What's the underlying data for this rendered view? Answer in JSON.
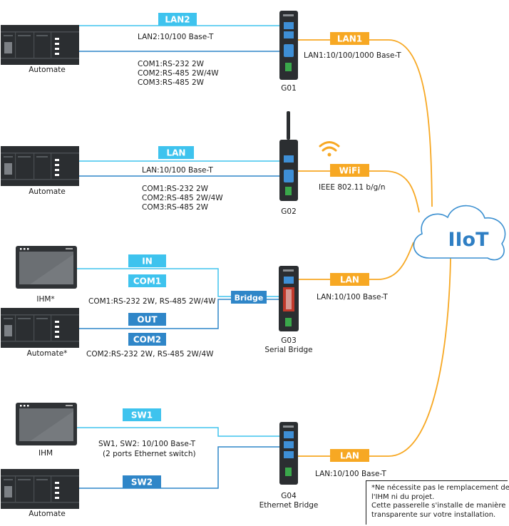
{
  "colors": {
    "lan_cyan": "#3ec3ee",
    "lan_blue": "#2f86c8",
    "orange": "#f7a823",
    "device_dark": "#2b2e31",
    "screen_gray": "#6b6f73",
    "cloud_stroke": "#3a8fd0",
    "cloud_text": "#2f7fc4"
  },
  "icons": [
    "plc-icon",
    "hmi-icon",
    "gateway-icon",
    "wifi-icon",
    "cloud-icon"
  ],
  "cloud": {
    "label": "IIoT"
  },
  "groups": [
    {
      "gateway": "G01",
      "gateway_sub": "",
      "devices": [
        "Automate"
      ],
      "tags": [
        "LAN2",
        "LAN1"
      ],
      "labels": [
        "LAN2:10/100 Base-T",
        "COM1:RS-232 2W",
        "COM2:RS-485 2W/4W",
        "COM3:RS-485 2W",
        "LAN1:10/100/1000 Base-T"
      ]
    },
    {
      "gateway": "G02",
      "gateway_sub": "",
      "devices": [
        "Automate"
      ],
      "tags": [
        "LAN",
        "WiFi"
      ],
      "labels": [
        "LAN:10/100 Base-T",
        "COM1:RS-232 2W",
        "COM2:RS-485 2W/4W",
        "COM3:RS-485 2W",
        "IEEE 802.11 b/g/n"
      ]
    },
    {
      "gateway": "G03",
      "gateway_sub": "Serial Bridge",
      "devices": [
        "IHM*",
        "Automate*"
      ],
      "tags": [
        "IN",
        "COM1",
        "OUT",
        "COM2",
        "Bridge",
        "LAN"
      ],
      "labels": [
        "COM1:RS-232 2W, RS-485 2W/4W",
        "COM2:RS-232 2W, RS-485 2W/4W",
        "LAN:10/100 Base-T"
      ]
    },
    {
      "gateway": "G04",
      "gateway_sub": "Ethernet Bridge",
      "devices": [
        "IHM",
        "Automate"
      ],
      "tags": [
        "SW1",
        "SW2",
        "LAN"
      ],
      "labels": [
        "SW1, SW2: 10/100 Base-T",
        "(2 ports Ethernet switch)",
        "LAN:10/100 Base-T"
      ]
    }
  ],
  "footnote": [
    "*Ne nécessite pas le remplacement de",
    "l'IHM ni du projet.",
    "Cette passerelle s'installe de manière",
    "transparente sur votre installation."
  ]
}
